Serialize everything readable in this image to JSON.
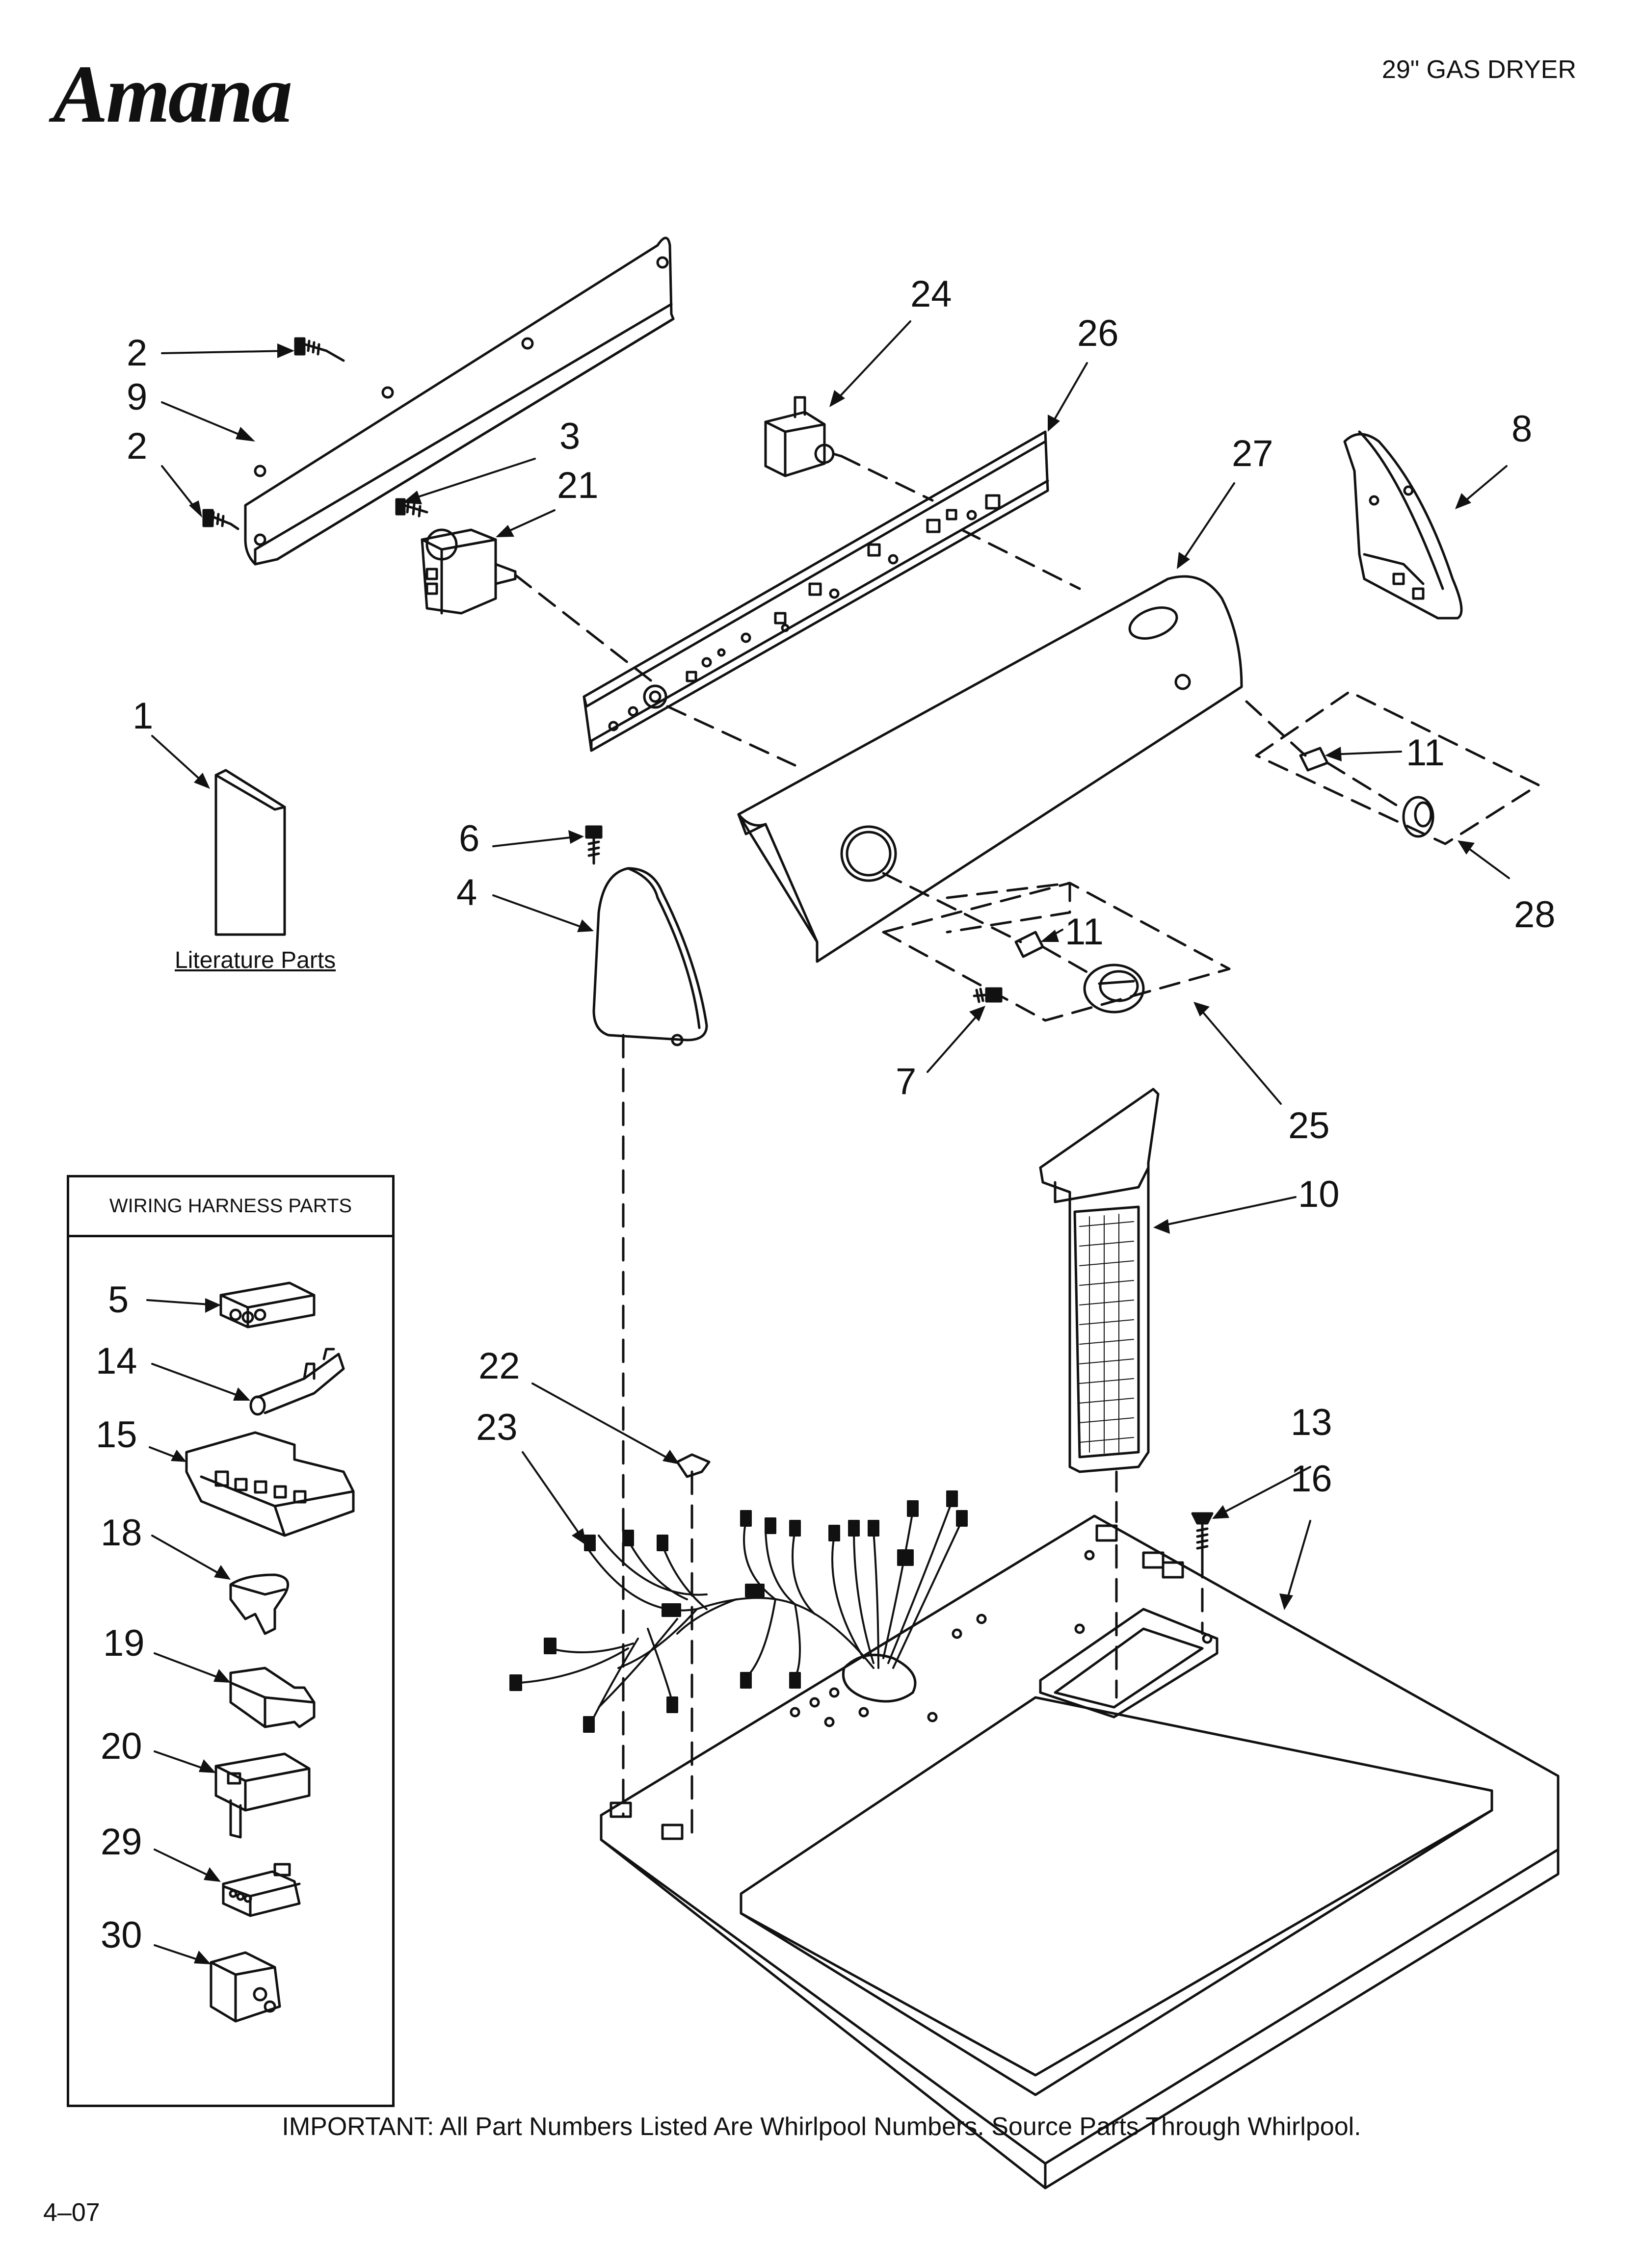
{
  "header": {
    "brand": "Amana",
    "title": "29\" GAS DRYER"
  },
  "literature": {
    "label": "Literature Parts"
  },
  "wiring_harness": {
    "title": "WIRING HARNESS PARTS"
  },
  "callouts": [
    "1",
    "2",
    "2",
    "3",
    "4",
    "5",
    "6",
    "7",
    "8",
    "9",
    "10",
    "11",
    "11",
    "13",
    "14",
    "15",
    "16",
    "18",
    "19",
    "20",
    "21",
    "22",
    "23",
    "24",
    "25",
    "26",
    "27",
    "28",
    "29",
    "30"
  ],
  "footer": {
    "note": "IMPORTANT: All Part Numbers Listed Are Whirlpool Numbers. Source Parts Through Whirlpool.",
    "page_code": "4–07"
  },
  "colors": {
    "ink": "#111111",
    "paper": "#ffffff"
  }
}
